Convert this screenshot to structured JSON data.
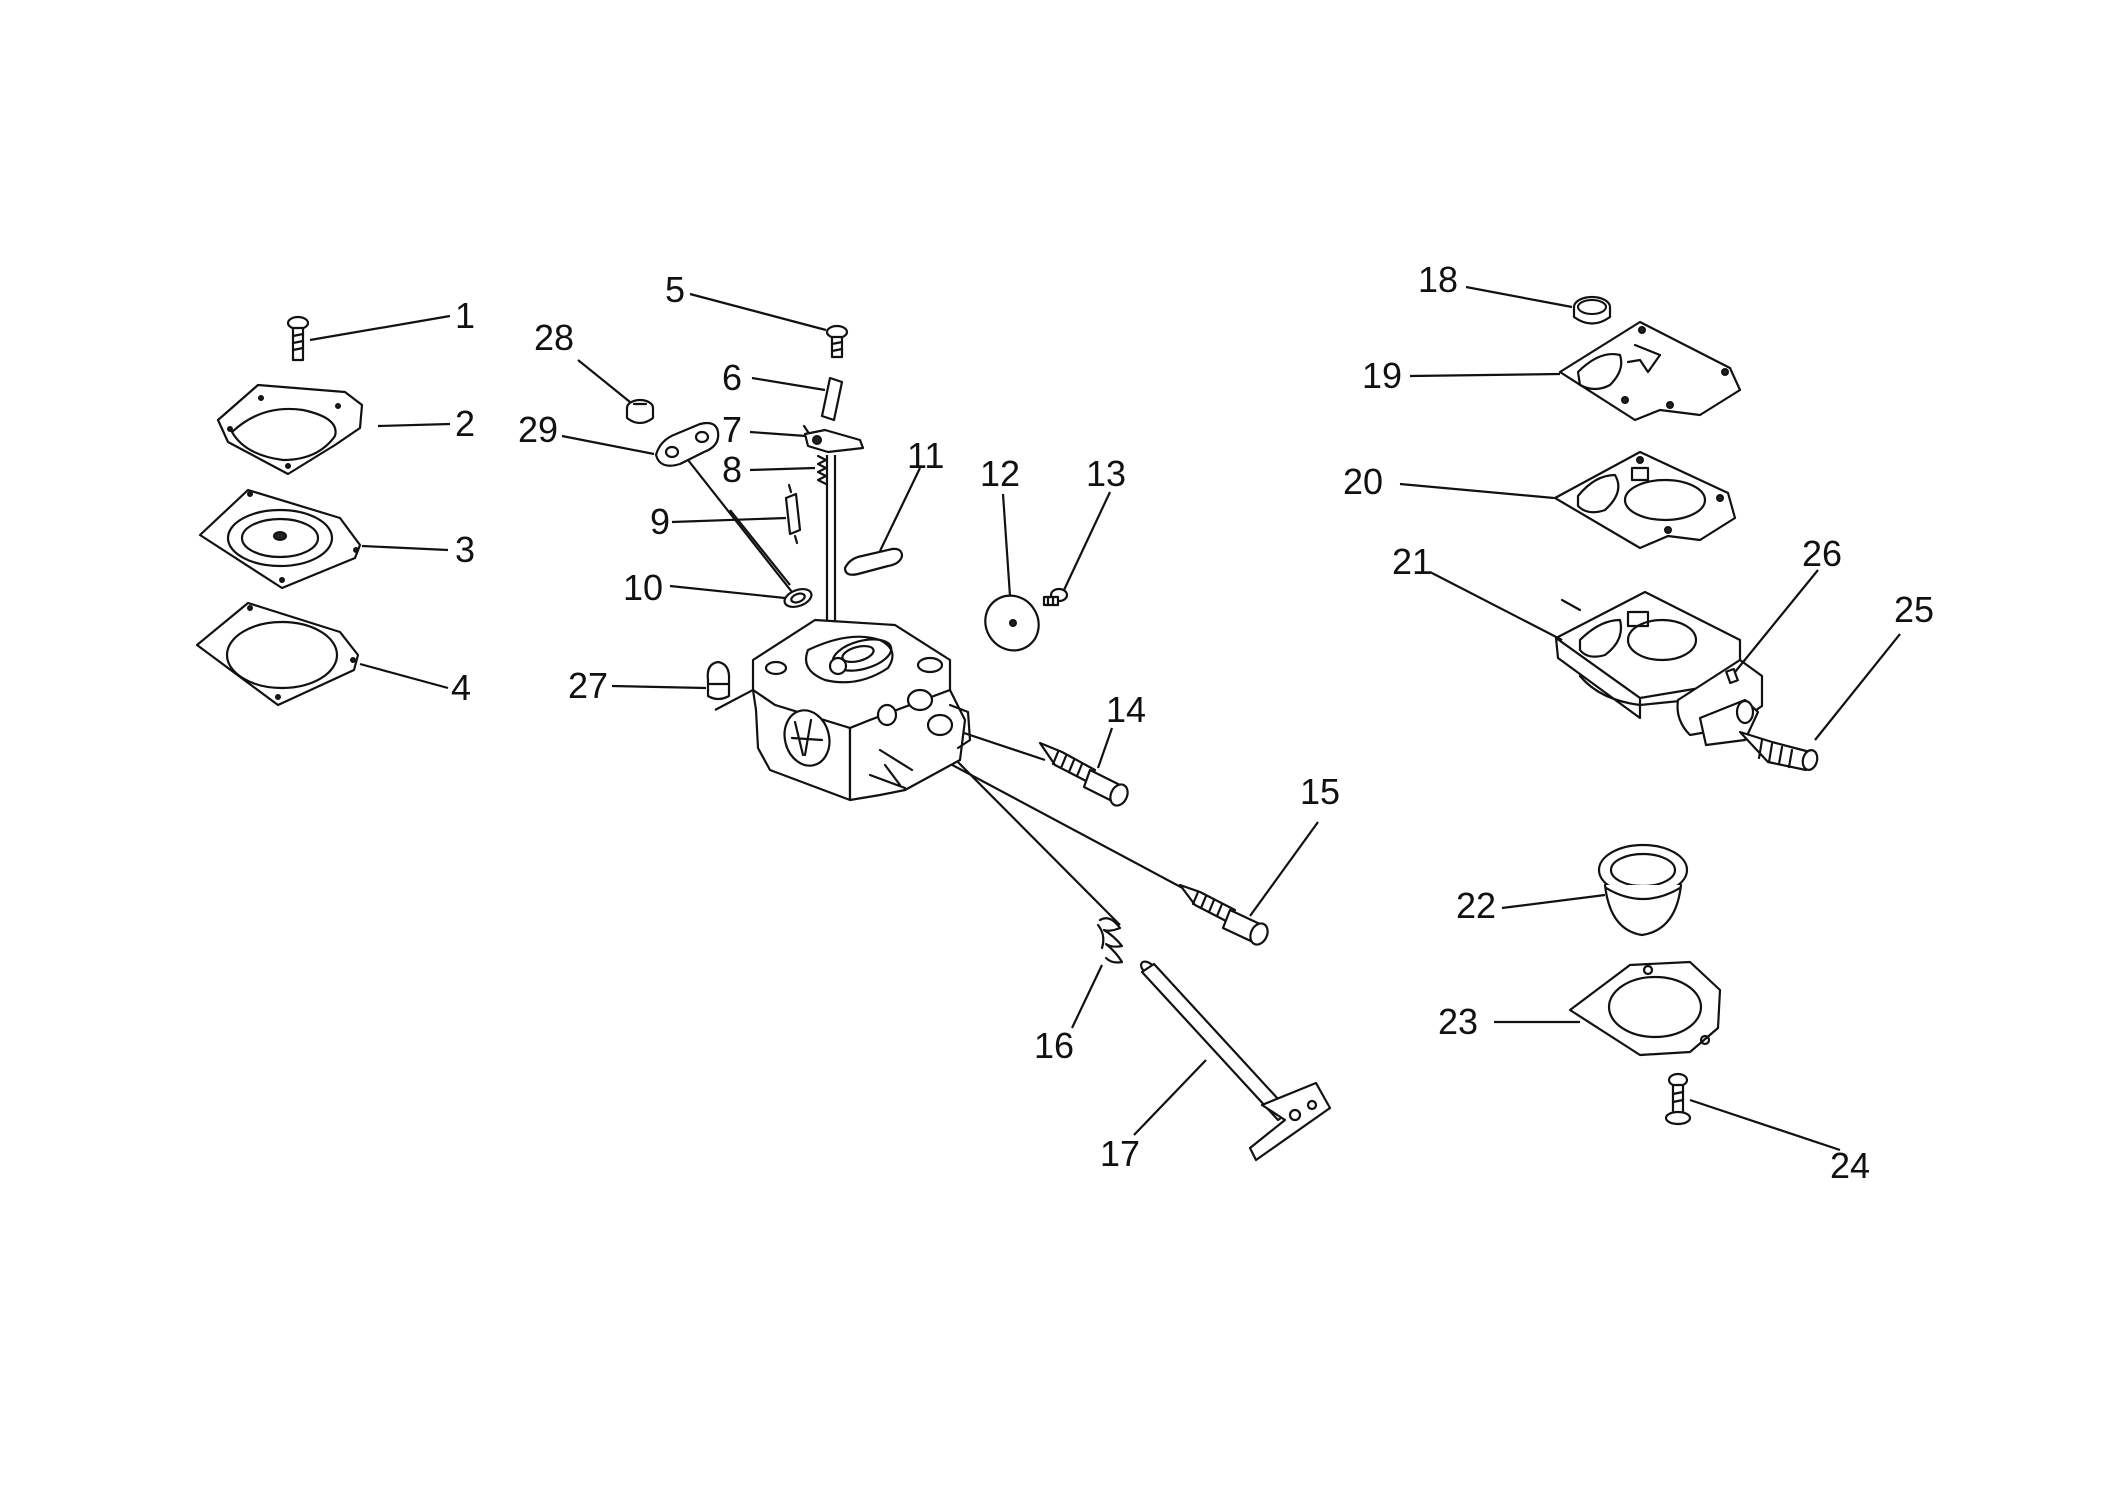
{
  "diagram": {
    "type": "exploded parts diagram",
    "subject": "carburetor assembly",
    "line_color": "#111111",
    "background": "#ffffff",
    "callouts": [
      {
        "id": "c1",
        "label": "1"
      },
      {
        "id": "c2",
        "label": "2"
      },
      {
        "id": "c3",
        "label": "3"
      },
      {
        "id": "c4",
        "label": "4"
      },
      {
        "id": "c5",
        "label": "5"
      },
      {
        "id": "c6",
        "label": "6"
      },
      {
        "id": "c7",
        "label": "7"
      },
      {
        "id": "c8",
        "label": "8"
      },
      {
        "id": "c9",
        "label": "9"
      },
      {
        "id": "c10",
        "label": "10"
      },
      {
        "id": "c11",
        "label": "11"
      },
      {
        "id": "c12",
        "label": "12"
      },
      {
        "id": "c13",
        "label": "13"
      },
      {
        "id": "c14",
        "label": "14"
      },
      {
        "id": "c15",
        "label": "15"
      },
      {
        "id": "c16",
        "label": "16"
      },
      {
        "id": "c17",
        "label": "17"
      },
      {
        "id": "c18",
        "label": "18"
      },
      {
        "id": "c19",
        "label": "19"
      },
      {
        "id": "c20",
        "label": "20"
      },
      {
        "id": "c21",
        "label": "21"
      },
      {
        "id": "c22",
        "label": "22"
      },
      {
        "id": "c23",
        "label": "23"
      },
      {
        "id": "c24",
        "label": "24"
      },
      {
        "id": "c25",
        "label": "25"
      },
      {
        "id": "c26",
        "label": "26"
      },
      {
        "id": "c27",
        "label": "27"
      },
      {
        "id": "c28",
        "label": "28"
      },
      {
        "id": "c29",
        "label": "29"
      }
    ]
  }
}
